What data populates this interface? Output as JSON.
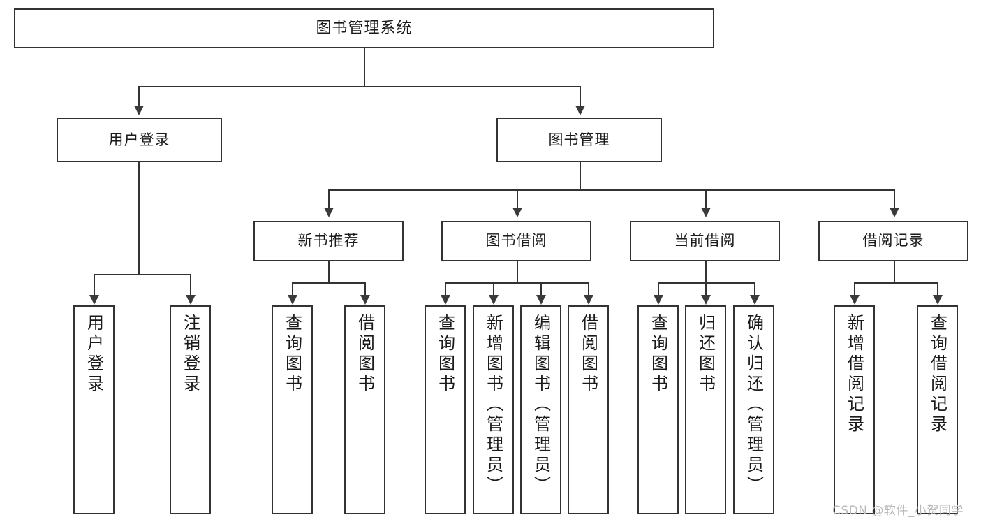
{
  "diagram": {
    "title": "图书管理系统",
    "type": "tree-hierarchy",
    "root": {
      "label": "图书管理系统"
    },
    "level1": [
      {
        "label": "用户登录"
      },
      {
        "label": "图书管理"
      }
    ],
    "level2": [
      {
        "label": "新书推荐"
      },
      {
        "label": "图书借阅"
      },
      {
        "label": "当前借阅"
      },
      {
        "label": "借阅记录"
      }
    ],
    "leaves": {
      "user_login": [
        {
          "label": "用户登录"
        },
        {
          "label": "注销登录"
        }
      ],
      "new_book_recommend": [
        {
          "label": "查询图书"
        },
        {
          "label": "借阅图书"
        }
      ],
      "book_borrow": [
        {
          "label": "查询图书"
        },
        {
          "label": "新增图书（管理员）"
        },
        {
          "label": "编辑图书（管理员）"
        },
        {
          "label": "借阅图书"
        }
      ],
      "current_borrow": [
        {
          "label": "查询图书"
        },
        {
          "label": "归还图书"
        },
        {
          "label": "确认归还（管理员）"
        }
      ],
      "borrow_records": [
        {
          "label": "新增借阅记录"
        },
        {
          "label": "查询借阅记录"
        }
      ]
    }
  },
  "watermark": {
    "text": "CSDN @软件_小贺同学"
  },
  "colors": {
    "stroke": "#333333",
    "background": "#ffffff",
    "text": "#1a1a1a",
    "watermark": "#b9b9b9"
  }
}
